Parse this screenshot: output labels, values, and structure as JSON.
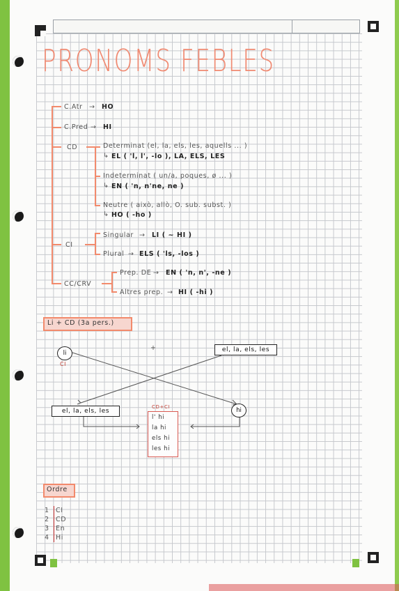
{
  "title": "PRONOMS FEBLES",
  "functions": [
    {
      "label": "C.Atr",
      "value": "HO"
    },
    {
      "label": "C.Pred",
      "value": "HI"
    },
    {
      "label": "CD",
      "value": ""
    },
    {
      "label": "CI",
      "value": ""
    },
    {
      "label": "CC/CRV",
      "value": ""
    }
  ],
  "cd": {
    "determinat": {
      "line1": "Determinat (el, la, els, les, aquells ... )",
      "line2": "EL ( 'l, l', -lo ), LA, ELS, LES"
    },
    "indeterminat": {
      "line1": "Indeterminat ( un/a, poques, ø ... )",
      "line2": "EN ( 'n, n'ne, ne )"
    },
    "neutre": {
      "line1": "Neutre ( això, allò, O. sub. subst. )",
      "line2": "HO ( -ho )"
    }
  },
  "ci": {
    "singular": {
      "label": "Singular",
      "value": "LI ( ~ HI )"
    },
    "plural": {
      "label": "Plural",
      "value": "ELS ( 'ls, -los )"
    }
  },
  "cc": {
    "prep_de": {
      "label": "Prep. DE",
      "value": "EN ( 'n, n', -ne )"
    },
    "altres": {
      "label": "Altres prep.",
      "value": "HI ( -hi )"
    }
  },
  "combination": {
    "heading": "Li + CD (3a pers.)",
    "li": "li",
    "li_sub": "CI",
    "plus": "+",
    "cd_box": "el, la, els, les",
    "result_box": "el, la, els, les",
    "hi": "hi",
    "list_head": "CD+CI",
    "list": [
      "l' hi",
      "la hi",
      "els hi",
      "les hi"
    ]
  },
  "order": {
    "heading": "Ordre",
    "items": [
      {
        "n": "1",
        "label": "CI"
      },
      {
        "n": "2",
        "label": "CD"
      },
      {
        "n": "3",
        "label": "En"
      },
      {
        "n": "4",
        "label": "Hi"
      }
    ]
  }
}
